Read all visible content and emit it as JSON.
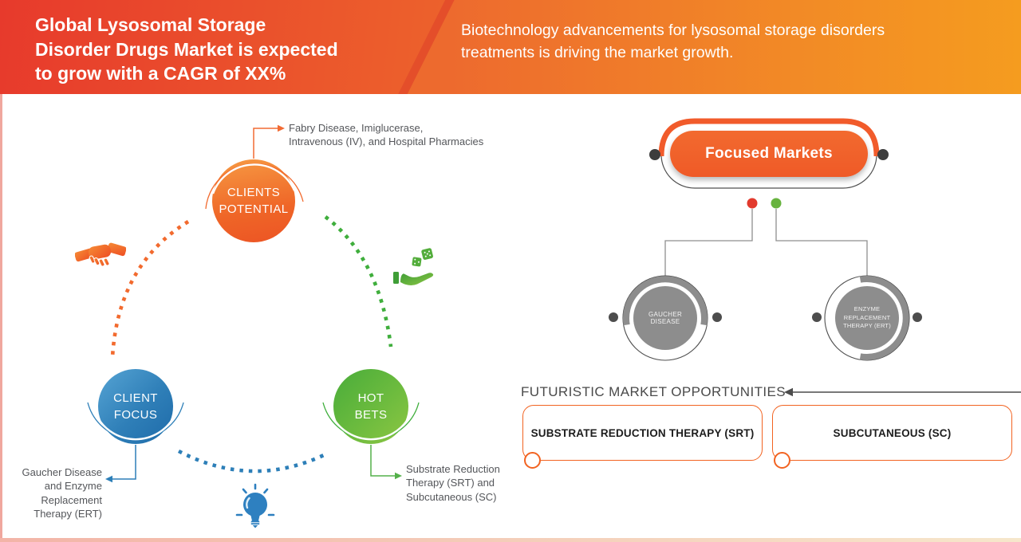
{
  "banner": {
    "title": "Global Lysosomal Storage Disorder Drugs Market is expected to grow with a CAGR of XX%",
    "title_lines": [
      "Global Lysosomal Storage",
      "Disorder Drugs Market is expected",
      "to grow with a CAGR of XX%"
    ],
    "subtitle": "Biotechnology advancements for lysosomal storage disorders treatments is driving the market growth.",
    "subtitle_lines": [
      "Biotechnology advancements for lysosomal storage disorders",
      "treatments is driving the market growth."
    ]
  },
  "strategy_map": {
    "nodes": [
      {
        "id": "clients-potential",
        "label": "CLIENTS\nPOTENTIAL",
        "color": "#ef6527",
        "note": "Fabry Disease, Imiglucerase,\nIntravenous (IV), and Hospital Pharmacies"
      },
      {
        "id": "client-focus",
        "label": "CLIENT\nFOCUS",
        "color": "#2f7fb8",
        "note": "Gaucher Disease\nand Enzyme\nReplacement\nTherapy (ERT)"
      },
      {
        "id": "hot-bets",
        "label": "HOT\nBETS",
        "color": "#54b04a",
        "note": "Substrate Reduction\nTherapy (SRT) and\nSubcutaneous (SC)"
      }
    ],
    "icons": [
      "handshake-icon",
      "dice-hand-icon",
      "lightbulb-icon"
    ]
  },
  "focused_markets": {
    "title": "Focused Markets",
    "connector_dot_colors": [
      "#e23a2d",
      "#67b33e"
    ],
    "children": [
      {
        "label": "GAUCHER DISEASE"
      },
      {
        "label": "ENZYME\nREPLACEMENT\nTHERAPY (ERT)"
      }
    ]
  },
  "opportunities": {
    "heading": "FUTURISTIC MARKET OPPORTUNITIES",
    "boxes": [
      {
        "label": "SUBSTRATE REDUCTION THERAPY (SRT)"
      },
      {
        "label": "SUBCUTANEOUS (SC)"
      }
    ]
  },
  "colors": {
    "banner_red": "#e73a2c",
    "banner_orange": "#f59c1f",
    "accent_orange": "#f26321",
    "blue": "#2d7fb8",
    "green": "#3fae3c",
    "gray_node": "#8d8d8d",
    "text_gray": "#54565a"
  }
}
